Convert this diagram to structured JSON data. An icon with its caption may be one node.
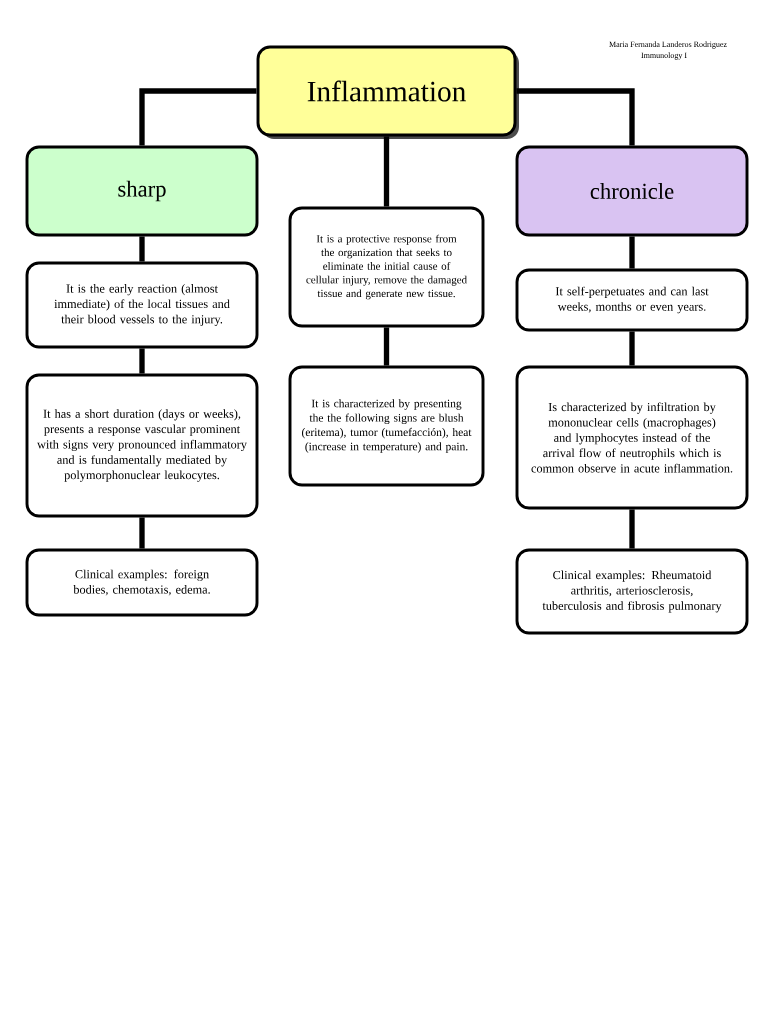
{
  "diagram": {
    "nodes": [
      {
        "text": [
          "Inflammation"
        ]
      },
      {
        "text": [
          "sharp"
        ]
      },
      {
        "text": [
          "chronicle"
        ]
      },
      {
        "text": [
          "It is a protective response from the organization that seeks to eliminate the initial cause of cellular injury, remove the damaged tissue and generate new tissue."
        ]
      },
      {
        "text": [
          "It is characterized by presenting the the following signs are blush (eritema), tumor (tumefacción), heat (increase in temperature) and pain."
        ]
      },
      {
        "text": [
          "It is the early reaction (almost immediate) of the local tissues and their blood vessels to the injury."
        ]
      },
      {
        "text": [
          "It has a short duration (days or weeks), presents a response vascular prominent with signs very pronounced inflammatory and is fundamentally mediated by polymorphonuclear leukocytes."
        ]
      },
      {
        "text": [
          "Clinical examples: foreign bodies, chemotaxis, edema."
        ]
      },
      {
        "text": [
          "It self-perpetuates and can last weeks, months or even years."
        ]
      },
      {
        "text": [
          "Is characterized by infiltration by mononuclear cells (macrophages) and lymphocytes instead of the arrival flow of neutrophils which is common observe in acute inflammation."
        ]
      },
      {
        "text": [
          "Clinical examples: Rheumatoid arthritis, arteriosclerosis, tuberculosis and fibrosis pulmonary"
        ]
      }
    ],
    "edges": [
      {
        "from": 0,
        "to": 1,
        "arrow": "none"
      },
      {
        "from": 0,
        "to": 3,
        "arrow": "none"
      },
      {
        "from": 0,
        "to": 2,
        "arrow": "none"
      },
      {
        "from": 1,
        "to": 5,
        "arrow": "none"
      },
      {
        "from": 5,
        "to": 6,
        "arrow": "none"
      },
      {
        "from": 6,
        "to": 7,
        "arrow": "none"
      },
      {
        "from": 3,
        "to": 4,
        "arrow": "none"
      },
      {
        "from": 2,
        "to": 8,
        "arrow": "none"
      },
      {
        "from": 8,
        "to": 9,
        "arrow": "none"
      },
      {
        "from": 9,
        "to": 10,
        "arrow": "none"
      }
    ],
    "labels": [
      "Maria Fernanda Landeros Rodriguez",
      "Immunology I"
    ]
  }
}
